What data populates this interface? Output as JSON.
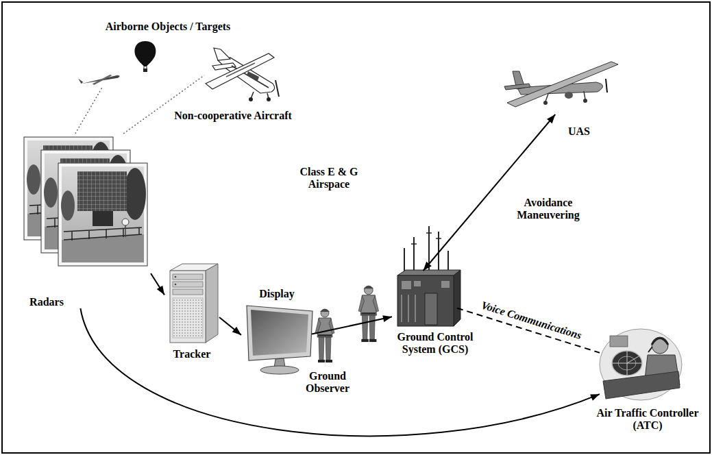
{
  "diagram": {
    "nodes": [
      {
        "text": [
          "Airborne Objects / Targets"
        ]
      },
      {
        "text": [
          "Non-cooperative Aircraft"
        ]
      },
      {
        "text": [
          "Radars"
        ]
      },
      {
        "text": [
          "Tracker"
        ]
      },
      {
        "text": [
          "Display"
        ]
      },
      {
        "text": [
          "Ground Observer"
        ]
      },
      {
        "text": [
          "Ground Control System (GCS)"
        ]
      },
      {
        "text": [
          "UAS"
        ]
      },
      {
        "text": [
          "Air Traffic Controller (ATC)"
        ]
      }
    ],
    "edges": [
      {
        "from": 2,
        "to": 0,
        "arrow": "none"
      },
      {
        "from": 2,
        "to": 1,
        "arrow": "none"
      },
      {
        "from": 2,
        "to": 3,
        "arrow": "to"
      },
      {
        "from": 3,
        "to": 4,
        "arrow": "to"
      },
      {
        "from": 4,
        "to": 6,
        "arrow": "to"
      },
      {
        "from": 6,
        "to": 7,
        "arrow": "both",
        "label": "Avoidance Maneuvering"
      },
      {
        "from": 6,
        "to": 8,
        "arrow": "none",
        "label": "Voice Communications"
      },
      {
        "from": 2,
        "to": 8,
        "arrow": "to"
      }
    ],
    "labels": [
      "Class E & G Airspace"
    ]
  }
}
